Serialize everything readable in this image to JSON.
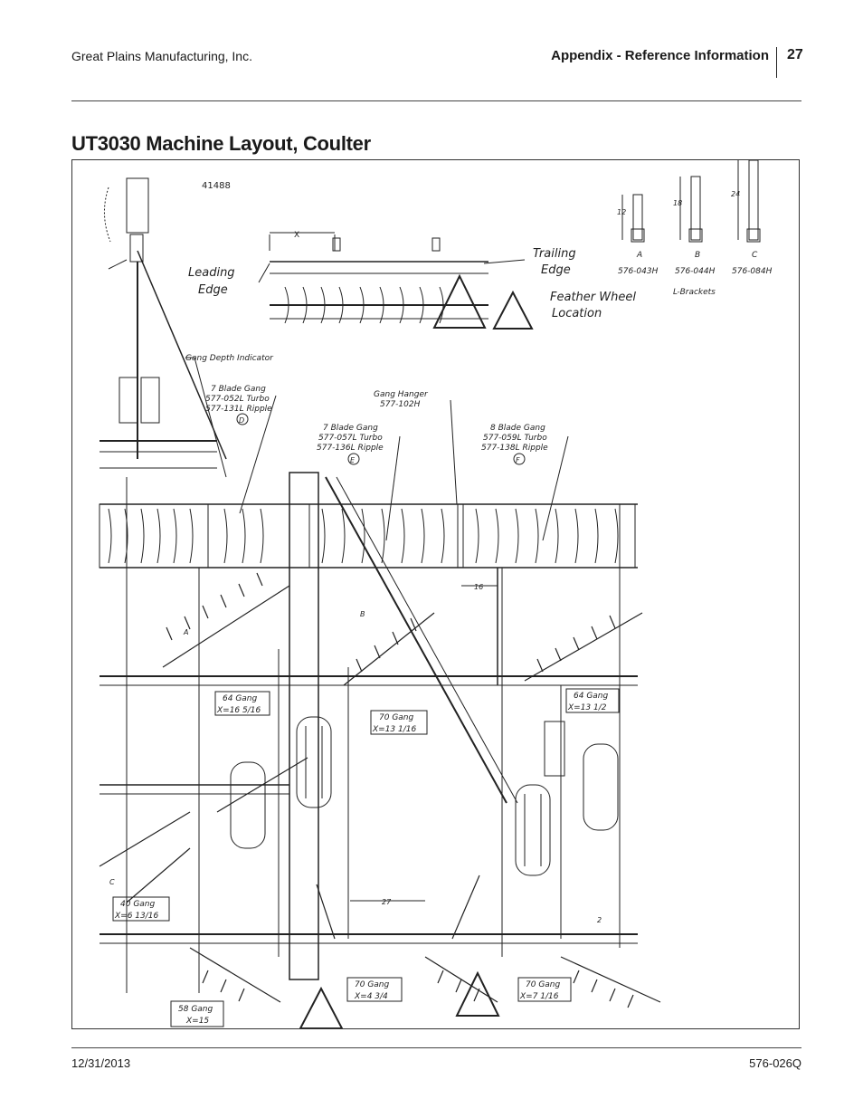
{
  "header": {
    "company": "Great Plains Manufacturing, Inc.",
    "section": "Appendix - Reference Information",
    "page_number": "27"
  },
  "title": "UT3030 Machine Layout, Coulter",
  "figure": {
    "number": "41488",
    "leading_edge": [
      "Leading",
      "Edge"
    ],
    "trailing_edge": [
      "Trailing",
      "Edge"
    ],
    "feather_wheel": [
      "Feather  Wheel",
      "Location"
    ],
    "dim_x": "X",
    "brackets": {
      "caption": "L-Brackets",
      "items": [
        {
          "letter": "A",
          "part": "576-043H",
          "height": "12"
        },
        {
          "letter": "B",
          "part": "576-044H",
          "height": "18"
        },
        {
          "letter": "C",
          "part": "576-084H",
          "height": "24"
        }
      ]
    },
    "gang_depth_indicator": "Gang  Depth  Indicator",
    "callouts": [
      {
        "lines": [
          "7  Blade  Gang",
          "577-052L  Turbo",
          "577-131L  Ripple"
        ],
        "letter": "D"
      },
      {
        "lines": [
          "7  Blade  Gang",
          "577-057L  Turbo",
          "577-136L  Ripple"
        ],
        "letter": "E"
      },
      {
        "lines": [
          "8  Blade  Gang",
          "577-059L  Turbo",
          "577-138L  Ripple"
        ],
        "letter": "F"
      }
    ],
    "gang_hanger": [
      "Gang  Hanger",
      "577-102H"
    ],
    "gang_boxes": [
      {
        "line1": "64  Gang",
        "line2": "X=16  5/16"
      },
      {
        "line1": "70  Gang",
        "line2": "X=13  1/16"
      },
      {
        "line1": "64  Gang",
        "line2": "X=13  1/2"
      },
      {
        "line1": "40  Gang",
        "line2": "X=6  13/16"
      },
      {
        "line1": "70  Gang",
        "line2": "X=4  3/4"
      },
      {
        "line1": "70  Gang",
        "line2": "X=7  1/16"
      },
      {
        "line1": "58  Gang",
        "line2": "X=15"
      }
    ],
    "dims": [
      "16",
      "27",
      "2",
      "A",
      "B",
      "C"
    ]
  },
  "footer": {
    "date": "12/31/2013",
    "doc_number": "576-026Q"
  }
}
